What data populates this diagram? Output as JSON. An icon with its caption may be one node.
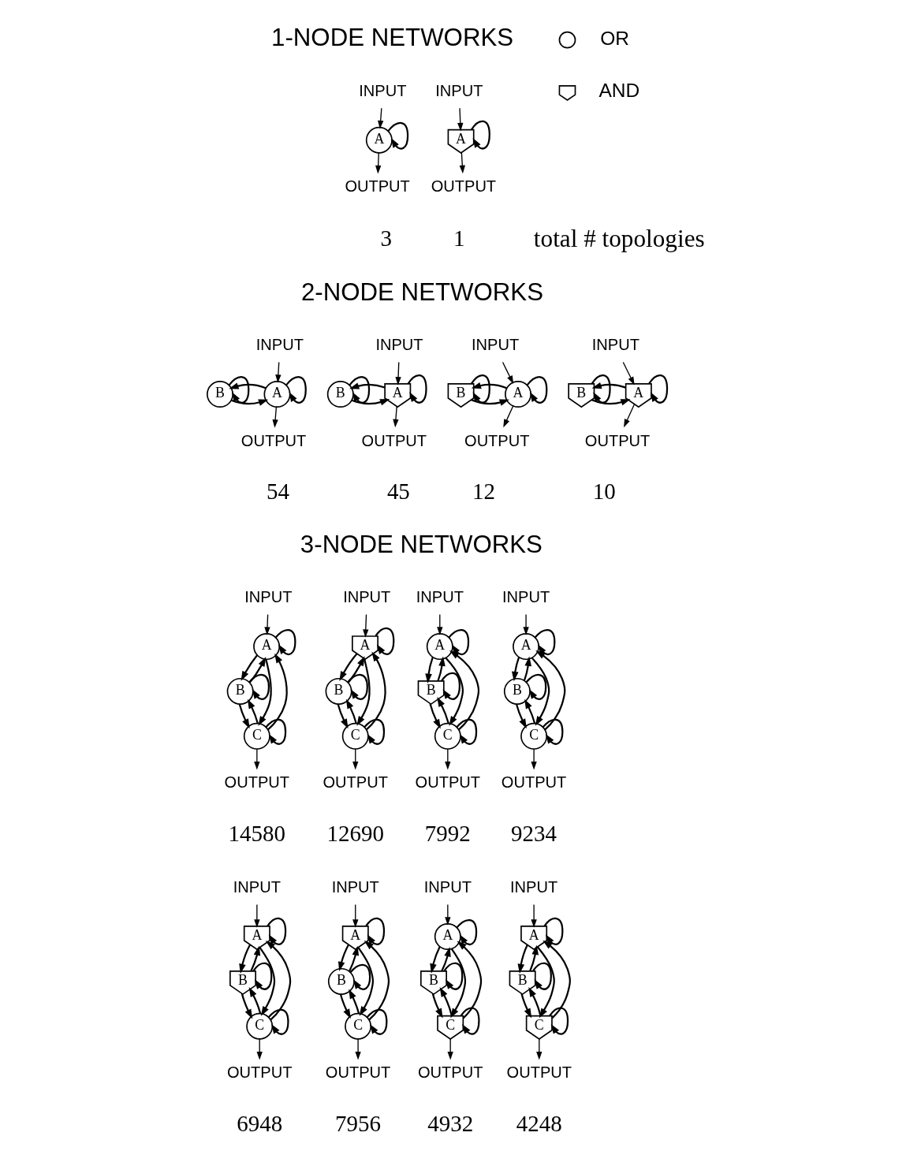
{
  "diagram": {
    "nodes": [
      {
        "text": [
          "INPUT"
        ]
      },
      {
        "text": [
          "A"
        ]
      },
      {
        "text": [
          "OUTPUT"
        ]
      },
      {
        "text": [
          "INPUT"
        ]
      },
      {
        "text": [
          "A"
        ]
      },
      {
        "text": [
          "OUTPUT"
        ]
      },
      {
        "text": [
          "INPUT"
        ]
      },
      {
        "text": [
          "B"
        ]
      },
      {
        "text": [
          "A"
        ]
      },
      {
        "text": [
          "OUTPUT"
        ]
      },
      {
        "text": [
          "INPUT"
        ]
      },
      {
        "text": [
          "B"
        ]
      },
      {
        "text": [
          "A"
        ]
      },
      {
        "text": [
          "OUTPUT"
        ]
      },
      {
        "text": [
          "INPUT"
        ]
      },
      {
        "text": [
          "B"
        ]
      },
      {
        "text": [
          "A"
        ]
      },
      {
        "text": [
          "OUTPUT"
        ]
      },
      {
        "text": [
          "INPUT"
        ]
      },
      {
        "text": [
          "B"
        ]
      },
      {
        "text": [
          "A"
        ]
      },
      {
        "text": [
          "OUTPUT"
        ]
      },
      {
        "text": [
          "INPUT"
        ]
      },
      {
        "text": [
          "A"
        ]
      },
      {
        "text": [
          "B"
        ]
      },
      {
        "text": [
          "C"
        ]
      },
      {
        "text": [
          "OUTPUT"
        ]
      },
      {
        "text": [
          "INPUT"
        ]
      },
      {
        "text": [
          "A"
        ]
      },
      {
        "text": [
          "B"
        ]
      },
      {
        "text": [
          "C"
        ]
      },
      {
        "text": [
          "OUTPUT"
        ]
      },
      {
        "text": [
          "INPUT"
        ]
      },
      {
        "text": [
          "A"
        ]
      },
      {
        "text": [
          "B"
        ]
      },
      {
        "text": [
          "C"
        ]
      },
      {
        "text": [
          "OUTPUT"
        ]
      },
      {
        "text": [
          "INPUT"
        ]
      },
      {
        "text": [
          "A"
        ]
      },
      {
        "text": [
          "B"
        ]
      },
      {
        "text": [
          "C"
        ]
      },
      {
        "text": [
          "OUTPUT"
        ]
      },
      {
        "text": [
          "INPUT"
        ]
      },
      {
        "text": [
          "A"
        ]
      },
      {
        "text": [
          "B"
        ]
      },
      {
        "text": [
          "C"
        ]
      },
      {
        "text": [
          "OUTPUT"
        ]
      },
      {
        "text": [
          "INPUT"
        ]
      },
      {
        "text": [
          "A"
        ]
      },
      {
        "text": [
          "B"
        ]
      },
      {
        "text": [
          "C"
        ]
      },
      {
        "text": [
          "OUTPUT"
        ]
      },
      {
        "text": [
          "INPUT"
        ]
      },
      {
        "text": [
          "A"
        ]
      },
      {
        "text": [
          "B"
        ]
      },
      {
        "text": [
          "C"
        ]
      },
      {
        "text": [
          "OUTPUT"
        ]
      },
      {
        "text": [
          "INPUT"
        ]
      },
      {
        "text": [
          "A"
        ]
      },
      {
        "text": [
          "B"
        ]
      },
      {
        "text": [
          "C"
        ]
      },
      {
        "text": [
          "OUTPUT"
        ]
      }
    ],
    "edges": [
      {
        "from": 0,
        "to": 1,
        "arrow": "to"
      },
      {
        "from": 1,
        "to": 1,
        "arrow": "to"
      },
      {
        "from": 1,
        "to": 2,
        "arrow": "to"
      },
      {
        "from": 3,
        "to": 4,
        "arrow": "to"
      },
      {
        "from": 4,
        "to": 4,
        "arrow": "to"
      },
      {
        "from": 4,
        "to": 5,
        "arrow": "to"
      },
      {
        "from": 6,
        "to": 8,
        "arrow": "to"
      },
      {
        "from": 7,
        "to": 7,
        "arrow": "to"
      },
      {
        "from": 7,
        "to": 8,
        "arrow": "to"
      },
      {
        "from": 8,
        "to": 7,
        "arrow": "to"
      },
      {
        "from": 8,
        "to": 8,
        "arrow": "to"
      },
      {
        "from": 8,
        "to": 9,
        "arrow": "to"
      },
      {
        "from": 10,
        "to": 12,
        "arrow": "to"
      },
      {
        "from": 11,
        "to": 11,
        "arrow": "to"
      },
      {
        "from": 11,
        "to": 12,
        "arrow": "to"
      },
      {
        "from": 12,
        "to": 11,
        "arrow": "to"
      },
      {
        "from": 12,
        "to": 12,
        "arrow": "to"
      },
      {
        "from": 12,
        "to": 13,
        "arrow": "to"
      },
      {
        "from": 14,
        "to": 16,
        "arrow": "to"
      },
      {
        "from": 15,
        "to": 15,
        "arrow": "to"
      },
      {
        "from": 15,
        "to": 16,
        "arrow": "to"
      },
      {
        "from": 16,
        "to": 15,
        "arrow": "to"
      },
      {
        "from": 16,
        "to": 16,
        "arrow": "to"
      },
      {
        "from": 16,
        "to": 17,
        "arrow": "to"
      },
      {
        "from": 18,
        "to": 20,
        "arrow": "to"
      },
      {
        "from": 19,
        "to": 19,
        "arrow": "to"
      },
      {
        "from": 19,
        "to": 20,
        "arrow": "to"
      },
      {
        "from": 20,
        "to": 19,
        "arrow": "to"
      },
      {
        "from": 20,
        "to": 20,
        "arrow": "to"
      },
      {
        "from": 20,
        "to": 21,
        "arrow": "to"
      },
      {
        "from": 22,
        "to": 23,
        "arrow": "to"
      },
      {
        "from": 23,
        "to": 23,
        "arrow": "to"
      },
      {
        "from": 23,
        "to": 24,
        "arrow": "to"
      },
      {
        "from": 24,
        "to": 23,
        "arrow": "to"
      },
      {
        "from": 23,
        "to": 25,
        "arrow": "to"
      },
      {
        "from": 25,
        "to": 23,
        "arrow": "to"
      },
      {
        "from": 24,
        "to": 24,
        "arrow": "to"
      },
      {
        "from": 24,
        "to": 25,
        "arrow": "to"
      },
      {
        "from": 25,
        "to": 24,
        "arrow": "to"
      },
      {
        "from": 25,
        "to": 25,
        "arrow": "to"
      },
      {
        "from": 25,
        "to": 26,
        "arrow": "to"
      },
      {
        "from": 27,
        "to": 28,
        "arrow": "to"
      },
      {
        "from": 28,
        "to": 28,
        "arrow": "to"
      },
      {
        "from": 28,
        "to": 29,
        "arrow": "to"
      },
      {
        "from": 29,
        "to": 28,
        "arrow": "to"
      },
      {
        "from": 28,
        "to": 30,
        "arrow": "to"
      },
      {
        "from": 30,
        "to": 28,
        "arrow": "to"
      },
      {
        "from": 29,
        "to": 29,
        "arrow": "to"
      },
      {
        "from": 29,
        "to": 30,
        "arrow": "to"
      },
      {
        "from": 30,
        "to": 29,
        "arrow": "to"
      },
      {
        "from": 30,
        "to": 30,
        "arrow": "to"
      },
      {
        "from": 30,
        "to": 31,
        "arrow": "to"
      },
      {
        "from": 32,
        "to": 33,
        "arrow": "to"
      },
      {
        "from": 33,
        "to": 33,
        "arrow": "to"
      },
      {
        "from": 33,
        "to": 34,
        "arrow": "to"
      },
      {
        "from": 34,
        "to": 33,
        "arrow": "to"
      },
      {
        "from": 33,
        "to": 35,
        "arrow": "to"
      },
      {
        "from": 35,
        "to": 33,
        "arrow": "to"
      },
      {
        "from": 34,
        "to": 34,
        "arrow": "to"
      },
      {
        "from": 34,
        "to": 35,
        "arrow": "to"
      },
      {
        "from": 35,
        "to": 34,
        "arrow": "to"
      },
      {
        "from": 35,
        "to": 35,
        "arrow": "to"
      },
      {
        "from": 35,
        "to": 36,
        "arrow": "to"
      },
      {
        "from": 37,
        "to": 38,
        "arrow": "to"
      },
      {
        "from": 38,
        "to": 38,
        "arrow": "to"
      },
      {
        "from": 38,
        "to": 39,
        "arrow": "to"
      },
      {
        "from": 39,
        "to": 38,
        "arrow": "to"
      },
      {
        "from": 38,
        "to": 40,
        "arrow": "to"
      },
      {
        "from": 40,
        "to": 38,
        "arrow": "to"
      },
      {
        "from": 39,
        "to": 39,
        "arrow": "to"
      },
      {
        "from": 39,
        "to": 40,
        "arrow": "to"
      },
      {
        "from": 40,
        "to": 39,
        "arrow": "to"
      },
      {
        "from": 40,
        "to": 40,
        "arrow": "to"
      },
      {
        "from": 40,
        "to": 41,
        "arrow": "to"
      },
      {
        "from": 42,
        "to": 43,
        "arrow": "to"
      },
      {
        "from": 43,
        "to": 43,
        "arrow": "to"
      },
      {
        "from": 43,
        "to": 44,
        "arrow": "to"
      },
      {
        "from": 44,
        "to": 43,
        "arrow": "to"
      },
      {
        "from": 43,
        "to": 45,
        "arrow": "to"
      },
      {
        "from": 45,
        "to": 43,
        "arrow": "to"
      },
      {
        "from": 44,
        "to": 44,
        "arrow": "to"
      },
      {
        "from": 44,
        "to": 45,
        "arrow": "to"
      },
      {
        "from": 45,
        "to": 44,
        "arrow": "to"
      },
      {
        "from": 45,
        "to": 45,
        "arrow": "to"
      },
      {
        "from": 45,
        "to": 46,
        "arrow": "to"
      },
      {
        "from": 47,
        "to": 48,
        "arrow": "to"
      },
      {
        "from": 48,
        "to": 48,
        "arrow": "to"
      },
      {
        "from": 48,
        "to": 49,
        "arrow": "to"
      },
      {
        "from": 49,
        "to": 48,
        "arrow": "to"
      },
      {
        "from": 48,
        "to": 50,
        "arrow": "to"
      },
      {
        "from": 50,
        "to": 48,
        "arrow": "to"
      },
      {
        "from": 49,
        "to": 49,
        "arrow": "to"
      },
      {
        "from": 49,
        "to": 50,
        "arrow": "to"
      },
      {
        "from": 50,
        "to": 49,
        "arrow": "to"
      },
      {
        "from": 50,
        "to": 50,
        "arrow": "to"
      },
      {
        "from": 50,
        "to": 51,
        "arrow": "to"
      },
      {
        "from": 52,
        "to": 53,
        "arrow": "to"
      },
      {
        "from": 53,
        "to": 53,
        "arrow": "to"
      },
      {
        "from": 53,
        "to": 54,
        "arrow": "to"
      },
      {
        "from": 54,
        "to": 53,
        "arrow": "to"
      },
      {
        "from": 53,
        "to": 55,
        "arrow": "to"
      },
      {
        "from": 55,
        "to": 53,
        "arrow": "to"
      },
      {
        "from": 54,
        "to": 54,
        "arrow": "to"
      },
      {
        "from": 54,
        "to": 55,
        "arrow": "to"
      },
      {
        "from": 55,
        "to": 54,
        "arrow": "to"
      },
      {
        "from": 55,
        "to": 55,
        "arrow": "to"
      },
      {
        "from": 55,
        "to": 56,
        "arrow": "to"
      },
      {
        "from": 57,
        "to": 58,
        "arrow": "to"
      },
      {
        "from": 58,
        "to": 58,
        "arrow": "to"
      },
      {
        "from": 58,
        "to": 59,
        "arrow": "to"
      },
      {
        "from": 59,
        "to": 58,
        "arrow": "to"
      },
      {
        "from": 58,
        "to": 60,
        "arrow": "to"
      },
      {
        "from": 60,
        "to": 58,
        "arrow": "to"
      },
      {
        "from": 59,
        "to": 59,
        "arrow": "to"
      },
      {
        "from": 59,
        "to": 60,
        "arrow": "to"
      },
      {
        "from": 60,
        "to": 59,
        "arrow": "to"
      },
      {
        "from": 60,
        "to": 60,
        "arrow": "to"
      },
      {
        "from": 60,
        "to": 61,
        "arrow": "to"
      }
    ],
    "labels": [
      "1-NODE NETWORKS",
      "total # topologies",
      "3",
      "1",
      "2-NODE NETWORKS",
      "54",
      "45",
      "12",
      "10",
      "3-NODE NETWORKS",
      "14580",
      "12690",
      "7992",
      "9234",
      "6948",
      "7956",
      "4932",
      "4248"
    ],
    "legend": [
      {
        "text": "OR"
      },
      {
        "text": "AND"
      }
    ]
  }
}
